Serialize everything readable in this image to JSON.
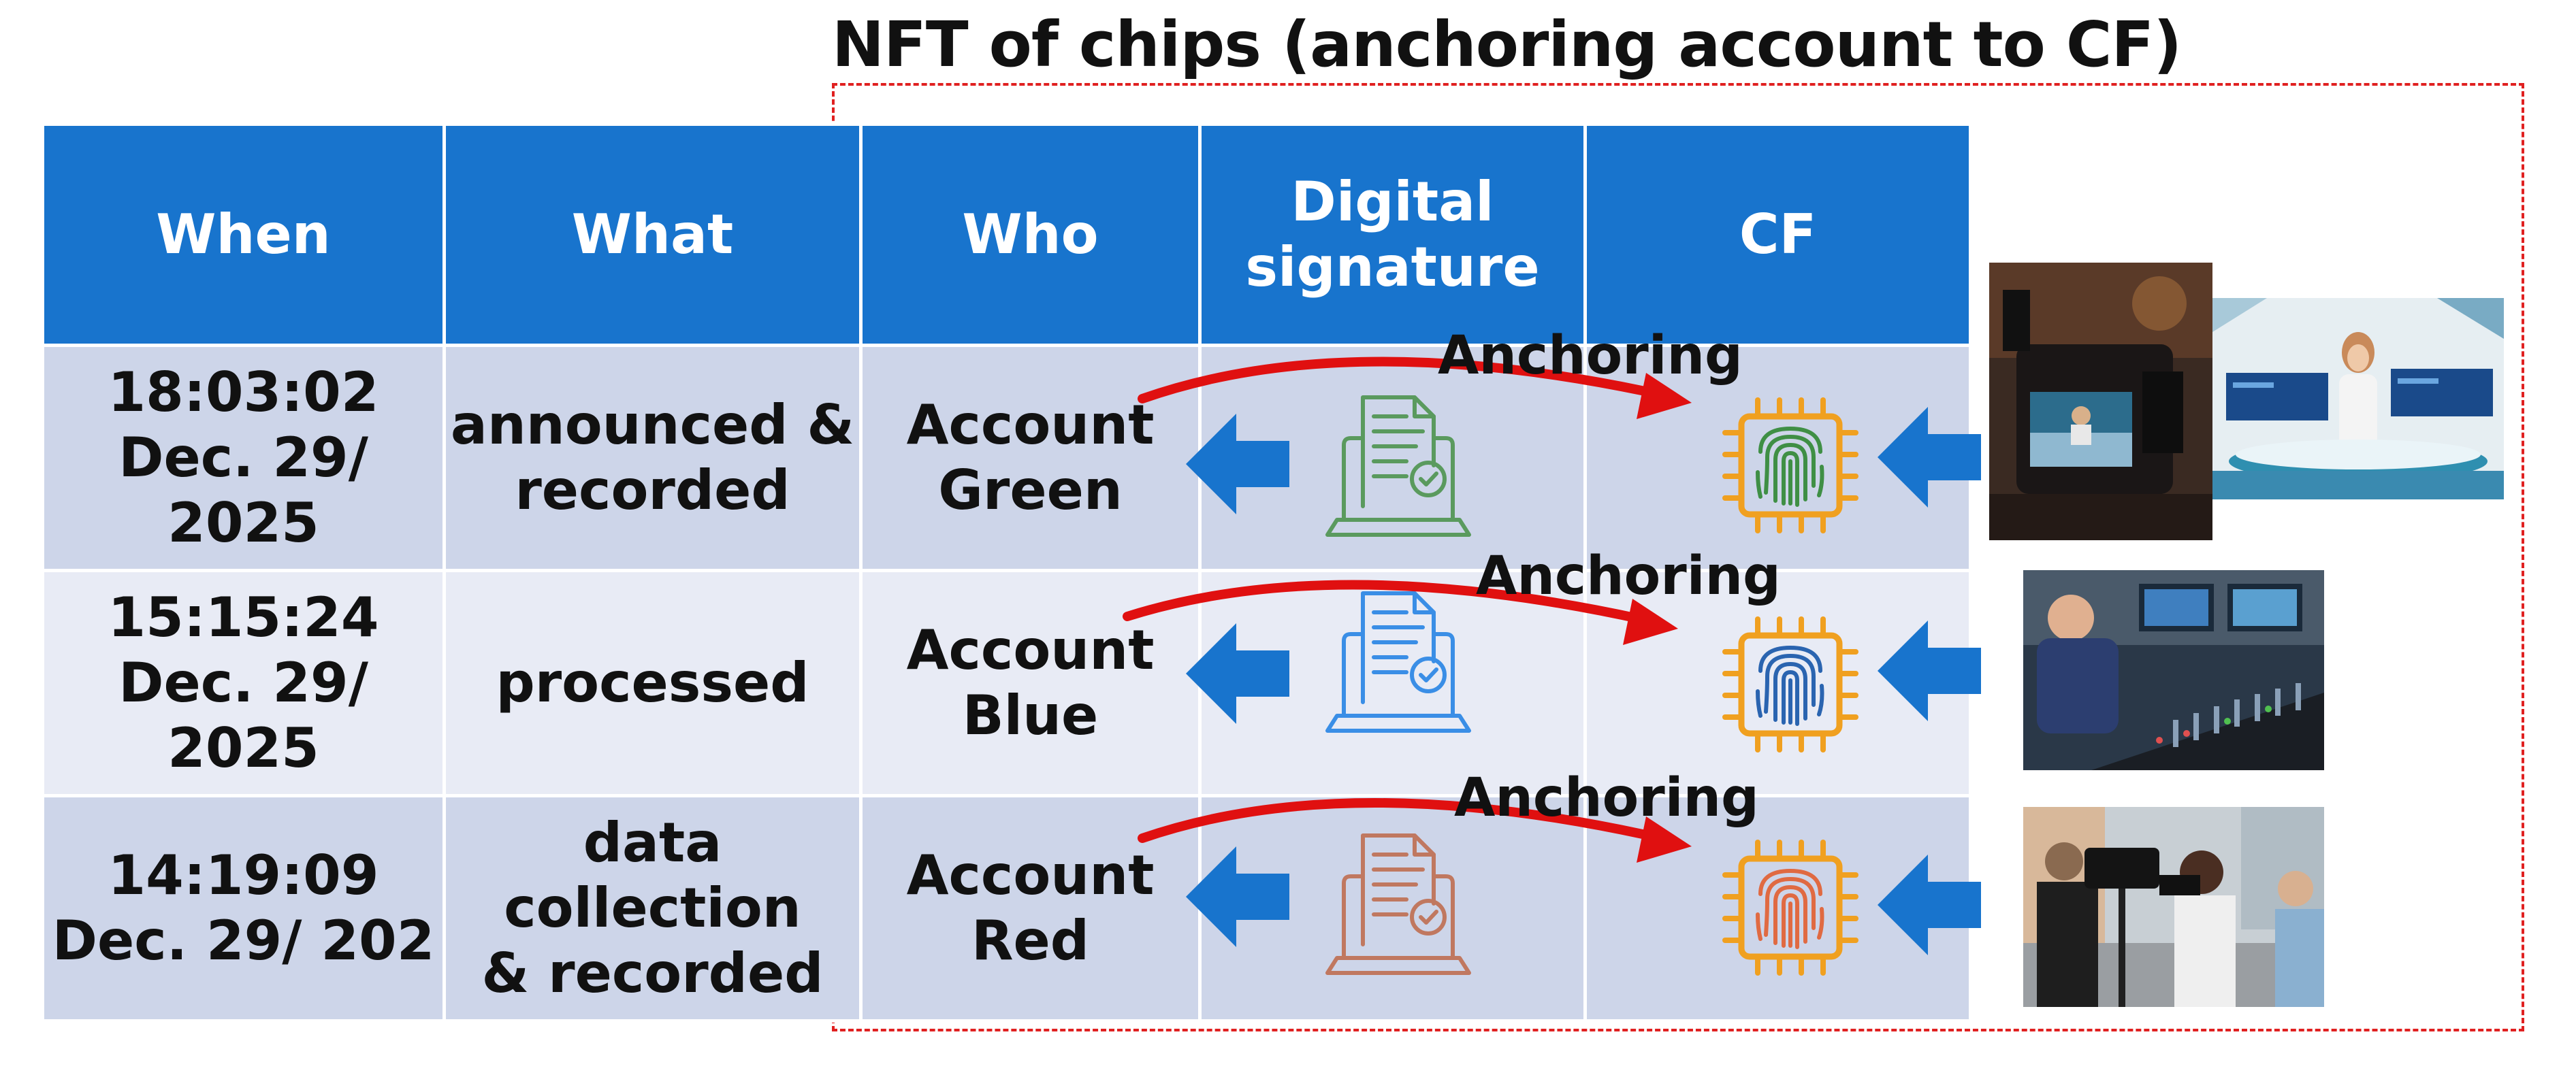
{
  "title": "NFT of chips (anchoring account to CF)",
  "headers": [
    "When",
    "What",
    "Who",
    [
      "Digital",
      "signature"
    ],
    "CF"
  ],
  "rows": [
    {
      "when": [
        "18:03:02",
        "Dec. 29/ 2025"
      ],
      "what": [
        "announced &",
        "recorded"
      ],
      "who": [
        "Account",
        "Green"
      ],
      "color": "#5a9a5e"
    },
    {
      "when": [
        "15:15:24",
        "Dec. 29/ 2025"
      ],
      "what": [
        "processed"
      ],
      "who": [
        "Account",
        "Blue"
      ],
      "color": "#2a64b0"
    },
    {
      "when": [
        "14:19:09",
        "Dec. 29/ 202"
      ],
      "what": [
        "data collection",
        "& recorded"
      ],
      "who": [
        "Account",
        "Red"
      ],
      "color": "#d06a4a"
    }
  ],
  "anchor_label": "Anchoring",
  "colors": {
    "header_bg": "#1874cd",
    "row_dark": "#cdd5e9",
    "row_light": "#e8ebf5",
    "arrow_blue": "#1874cd",
    "arrow_red": "#e01010",
    "chip_orange": "#f0a020",
    "border_dashed": "#e02020"
  },
  "icons": {
    "document": "laptop-document-certificate-icon",
    "chip": "fingerprint-chip-icon",
    "arrow": "left-arrow-icon"
  },
  "photos": [
    "news-camera-photo",
    "news-anchor-photo",
    "broadcast-mixing-desk-photo",
    "street-camera-crew-photo"
  ]
}
